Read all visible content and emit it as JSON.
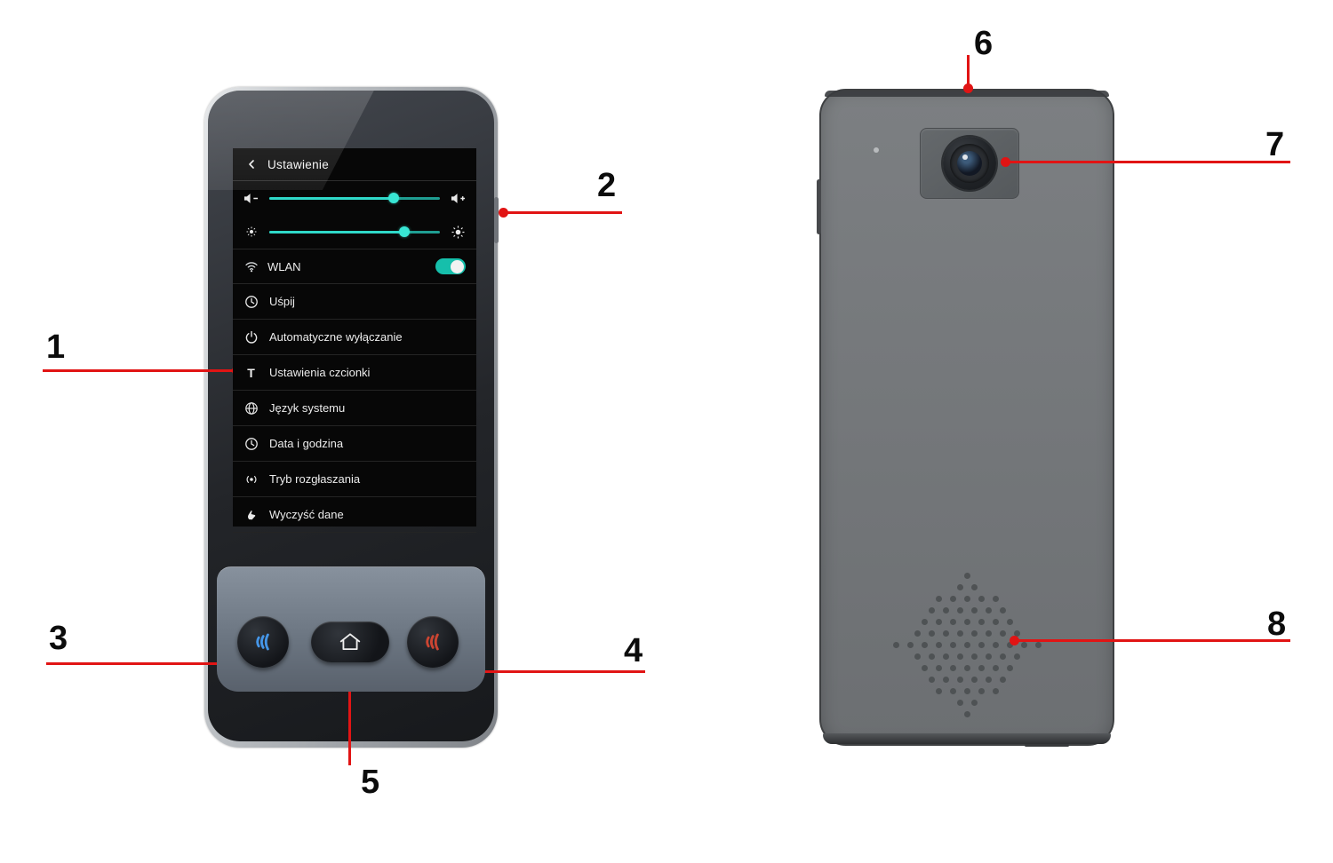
{
  "colors": {
    "callout_red": "#e11414",
    "accent_teal": "#2fd9c9",
    "toggle_on_teal": "#16bfab",
    "button_icon_blue": "#4596e8",
    "button_icon_red": "#cc4532",
    "screen_bg": "#070707",
    "back_body_gray": "#74777a"
  },
  "screen": {
    "header": {
      "back_icon": "chevron-left-icon",
      "title": "Ustawienie"
    },
    "volume": {
      "percent": 73,
      "left_icon": "speaker-minus-icon",
      "right_icon": "speaker-plus-icon"
    },
    "brightness": {
      "percent": 79,
      "left_icon": "brightness-low-icon",
      "right_icon": "brightness-high-icon"
    },
    "wlan": {
      "icon": "wifi-icon",
      "label": "WLAN",
      "on": true
    },
    "menu": [
      {
        "icon": "clock-icon",
        "label": "Uśpij"
      },
      {
        "icon": "power-icon",
        "label": "Automatyczne wyłączanie"
      },
      {
        "icon": "letter-t-icon",
        "label": "Ustawienia czcionki"
      },
      {
        "icon": "globe-icon",
        "label": "Język systemu"
      },
      {
        "icon": "clock-icon",
        "label": "Data i godzina"
      },
      {
        "icon": "broadcast-icon",
        "label": "Tryb rozgłaszania"
      },
      {
        "icon": "hand-wipe-icon",
        "label": "Wyczyść dane"
      }
    ]
  },
  "hardware": {
    "left_button_icon": "voice-waves-blue-icon",
    "home_button_icon": "home-icon",
    "right_button_icon": "voice-waves-red-icon",
    "camera_icon": "camera-lens",
    "speaker_icon": "speaker-grille"
  },
  "callouts": [
    "1",
    "2",
    "3",
    "4",
    "5",
    "6",
    "7",
    "8"
  ]
}
